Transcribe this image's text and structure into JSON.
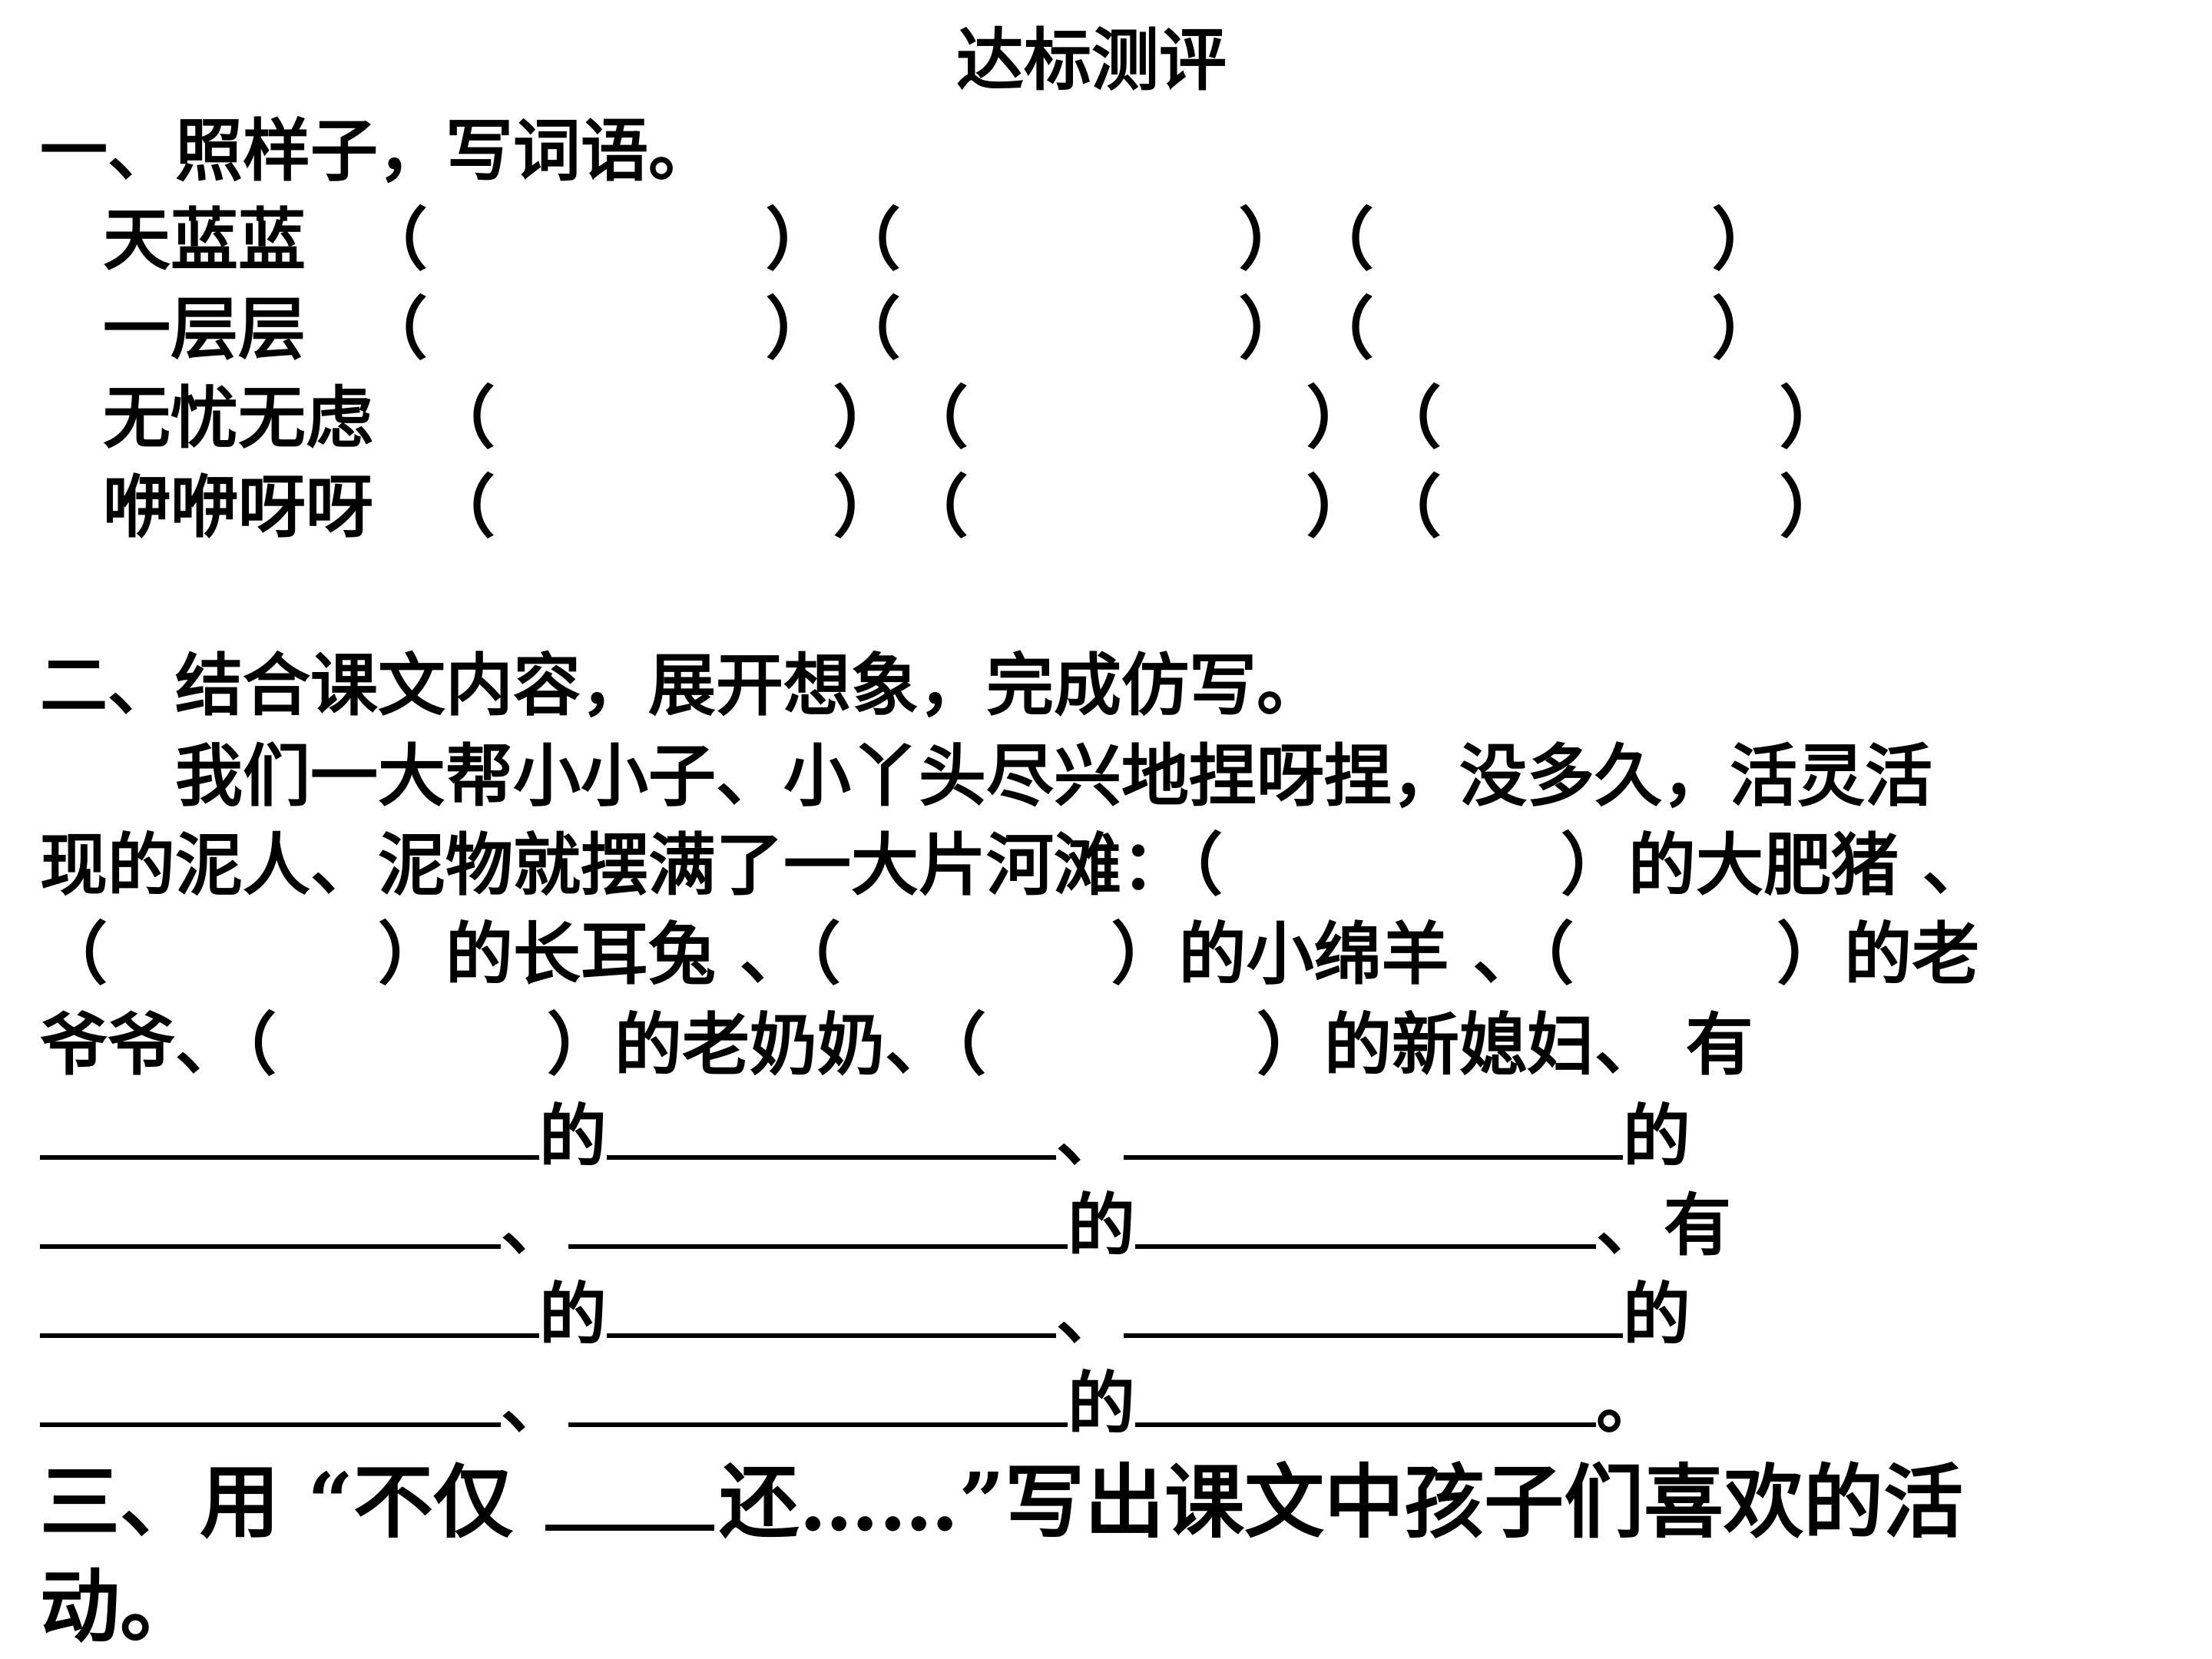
{
  "title": "达标测评",
  "section1": {
    "heading": "一、照样子，写词语。",
    "rows": [
      {
        "example": "天蓝蓝",
        "paren": "（　　　　　）　（　　　　　）　（　　　　　）"
      },
      {
        "example": "一层层",
        "paren": "（　　　　　）　（　　　　　）　（　　　　　）"
      },
      {
        "example": "无忧无虑",
        "paren": "（　　　　　）　（　　　　　）　（　　　　　）"
      },
      {
        "example": "咿咿呀呀",
        "paren": "（　　　　　）　（　　　　　）　（　　　　　）"
      }
    ]
  },
  "section2": {
    "heading": "二、结合课文内容，展开想象，完成仿写。",
    "lines": [
      "　　我们一大帮小小子、小丫头尽兴地捏呀捏，没多久，活灵活",
      "现的泥人、泥物就摆满了一大片河滩：（　　　　　）的大肥猪 、",
      "（　　　　）的长耳兔 、（　　　　）的小绵羊 、（　　　）的老",
      "爷爷、（　　　　）的老奶奶、（　　　　）的新媳妇、 有"
    ],
    "fill_words": {
      "de": "的",
      "dun": "、",
      "you": "、有",
      "end": "。"
    }
  },
  "section3": {
    "line1_a": "三、用 “不仅 ",
    "line1_b": "还……”写出课文中孩子们喜欢的活",
    "line2": "动。"
  }
}
